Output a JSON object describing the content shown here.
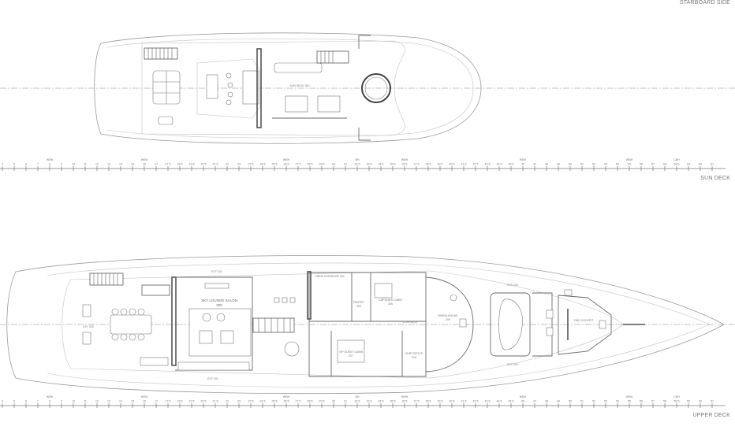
{
  "titles": {
    "starboard_side": "STARBOARD SIDE",
    "sun_deck": "SUN DECK",
    "upper_deck": "UPPER DECK"
  },
  "sun_deck_rooms": {
    "sun_deck": "SUN DECK 300"
  },
  "upper_deck_rooms": {
    "ext_200": "EXT 200",
    "ext_201": "EXT 201",
    "ext_202": "EXT 202",
    "ext_203": "EXT 203",
    "ext_204": "EXT 204",
    "sky_lounge": "SKY LOUNGE SALON",
    "sky_lounge_no": "200",
    "crew_corridor": "CREW CORRIDOR 202",
    "pantry": "PANTRY",
    "pantry_no": "204",
    "captains_cabin": "CAPTAIN'S CABIN",
    "captains_cabin_no": "206",
    "wheelhouse": "WHEELHOUSE",
    "wheelhouse_no": "209",
    "corridor": "CORRIDOR",
    "guest_cabin": "VIP GUEST CABIN",
    "guest_cabin_no": "207",
    "ship_office": "SHIP OFFICE",
    "ship_office_no": "210",
    "fwd_cockpit": "FWD COCKPIT"
  },
  "ruler": {
    "frames": [
      "4",
      "5",
      "6",
      "7",
      "8",
      "9",
      "10",
      "11",
      "12",
      "13",
      "14",
      "15",
      "16",
      "17",
      "17.5",
      "18.5",
      "19.5",
      "20.5",
      "21.5",
      "22",
      "23",
      "23.5",
      "24.5",
      "25.5",
      "26.5",
      "27.5",
      "28.5",
      "29.5",
      "30",
      "31",
      "32.5",
      "33.5",
      "34.5",
      "35.5",
      "36.5",
      "37.5",
      "38.5",
      "39.5",
      "40.5",
      "41.5",
      "42.5",
      "43.5",
      "44.5",
      "45.5",
      "46",
      "47",
      "48",
      "49",
      "50",
      "51",
      "52",
      "53",
      "54",
      "55",
      "56",
      "57",
      "58",
      "58.5",
      "59",
      "60",
      "61"
    ],
    "bulkheads": [
      {
        "frame": "8",
        "label": "WBH"
      },
      {
        "frame": "16",
        "label": "WBH"
      },
      {
        "frame": "26.5",
        "label": "WBH"
      },
      {
        "frame": "32.5",
        "label": "BH"
      },
      {
        "frame": "36.5",
        "label": "WBH"
      },
      {
        "frame": "46",
        "label": "WBH"
      },
      {
        "frame": "55",
        "label": "WBH"
      },
      {
        "frame": "58.5",
        "label": "CBH"
      }
    ]
  }
}
